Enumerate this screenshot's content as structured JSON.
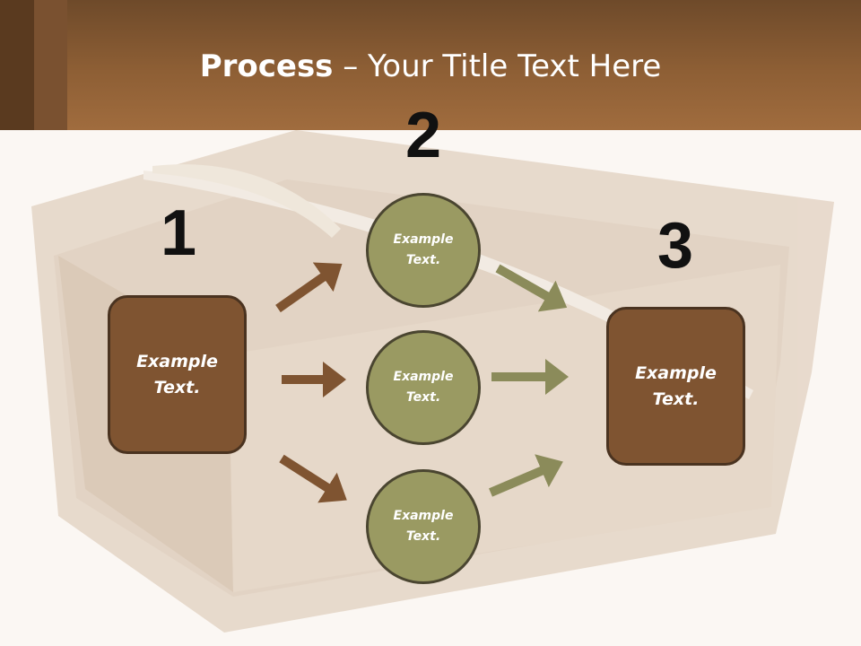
{
  "title": {
    "bold": "Process",
    "rest": " – Your Title Text Here"
  },
  "steps": [
    {
      "number": "1",
      "label": "Example Text."
    },
    {
      "number": "2",
      "label": ""
    },
    {
      "number": "3",
      "label": "Example Text."
    }
  ],
  "circles": [
    {
      "label": "Example Text."
    },
    {
      "label": "Example Text."
    },
    {
      "label": "Example Text."
    }
  ],
  "colors": {
    "header": "#8e5f35",
    "box": "#7f5431",
    "circle": "#9a9a62",
    "arrow_brown": "#7f5431",
    "arrow_olive": "#8b8b5a"
  }
}
